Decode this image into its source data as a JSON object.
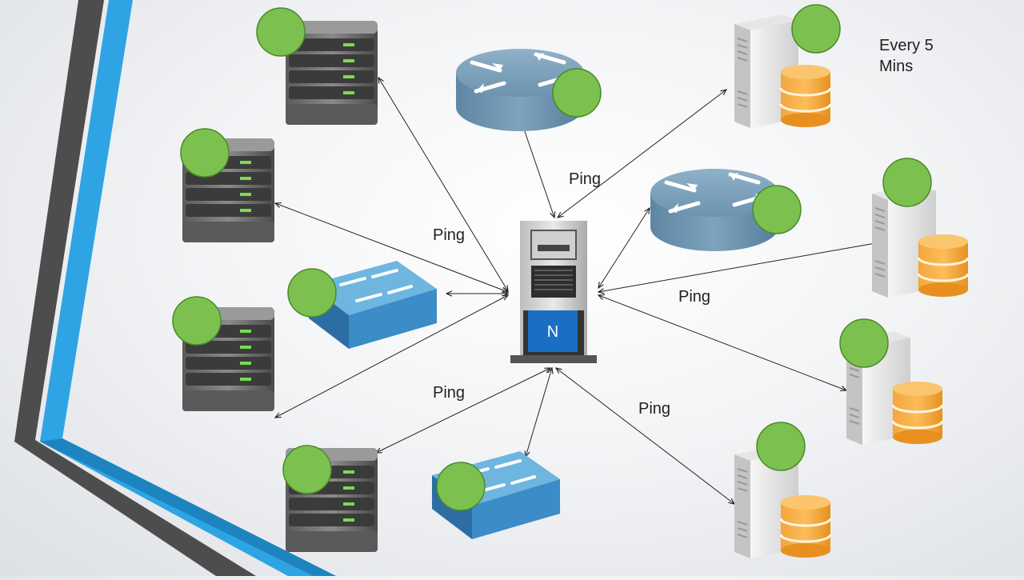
{
  "diagram": {
    "note_line1": "Every 5",
    "note_line2": "Mins",
    "ping_label": "Ping",
    "monitor_badge": "N",
    "status_color": "#7cc14f",
    "link_color": "#222222"
  }
}
